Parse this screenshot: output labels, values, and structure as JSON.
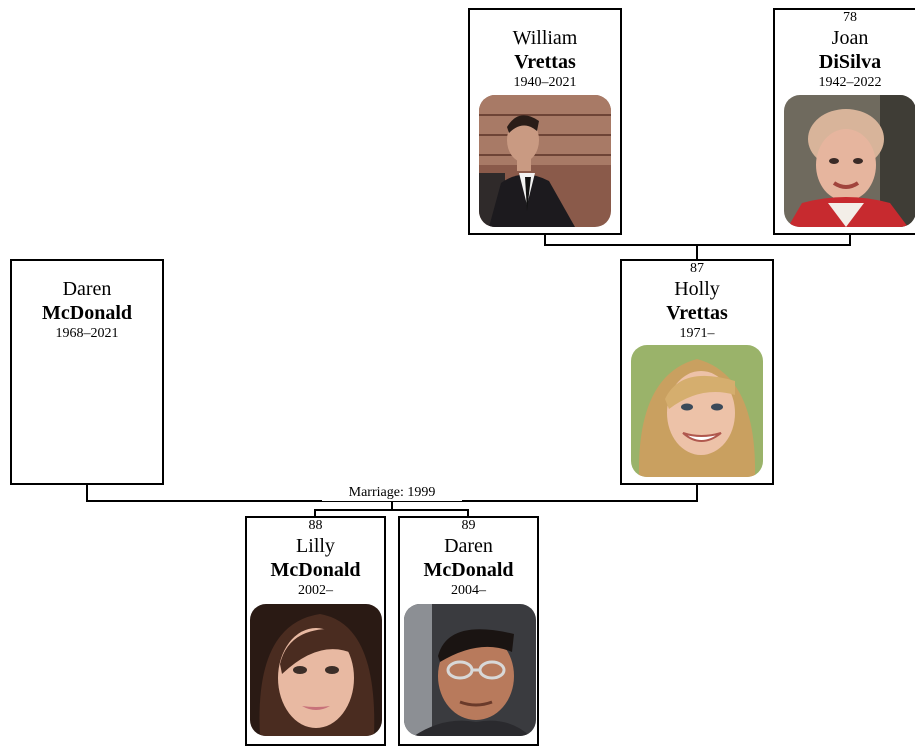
{
  "people": {
    "william": {
      "first": "William",
      "last": "Vrettas",
      "dates": "1940–2021",
      "photo": "photo-of-man-in-suit"
    },
    "joan": {
      "id": "78",
      "first": "Joan",
      "last": "DiSilva",
      "dates": "1942–2022",
      "photo": "photo-of-elderly-woman"
    },
    "daren_sr": {
      "first": "Daren",
      "last": "McDonald",
      "dates": "1968–2021"
    },
    "holly": {
      "id": "87",
      "first": "Holly",
      "last": "Vrettas",
      "dates": "1971–",
      "photo": "photo-of-smiling-blonde-woman"
    },
    "lilly": {
      "id": "88",
      "first": "Lilly",
      "last": "McDonald",
      "dates": "2002–",
      "photo": "photo-of-young-woman"
    },
    "daren_jr": {
      "id": "89",
      "first": "Daren",
      "last": "McDonald",
      "dates": "2004–",
      "photo": "photo-of-man-with-glasses"
    }
  },
  "marriage": {
    "label": "Marriage: 1999"
  }
}
